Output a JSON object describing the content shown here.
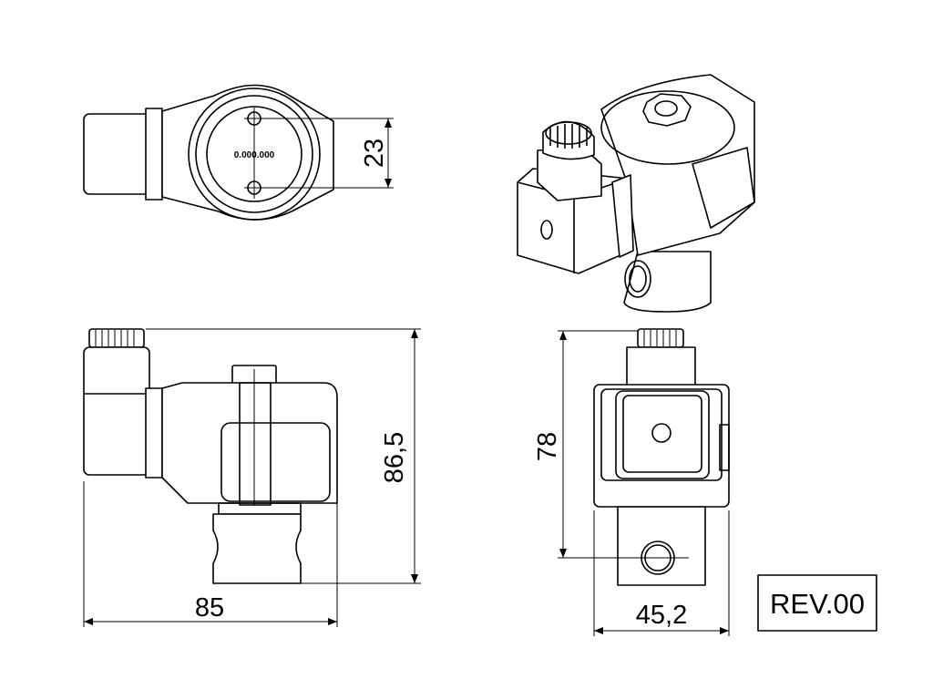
{
  "dimensions": {
    "top_height": "23",
    "front_height": "86,5",
    "front_width": "85",
    "side_height": "78",
    "side_width": "45,2"
  },
  "labels": {
    "serial": "0.000.000",
    "revision": "REV.00"
  }
}
